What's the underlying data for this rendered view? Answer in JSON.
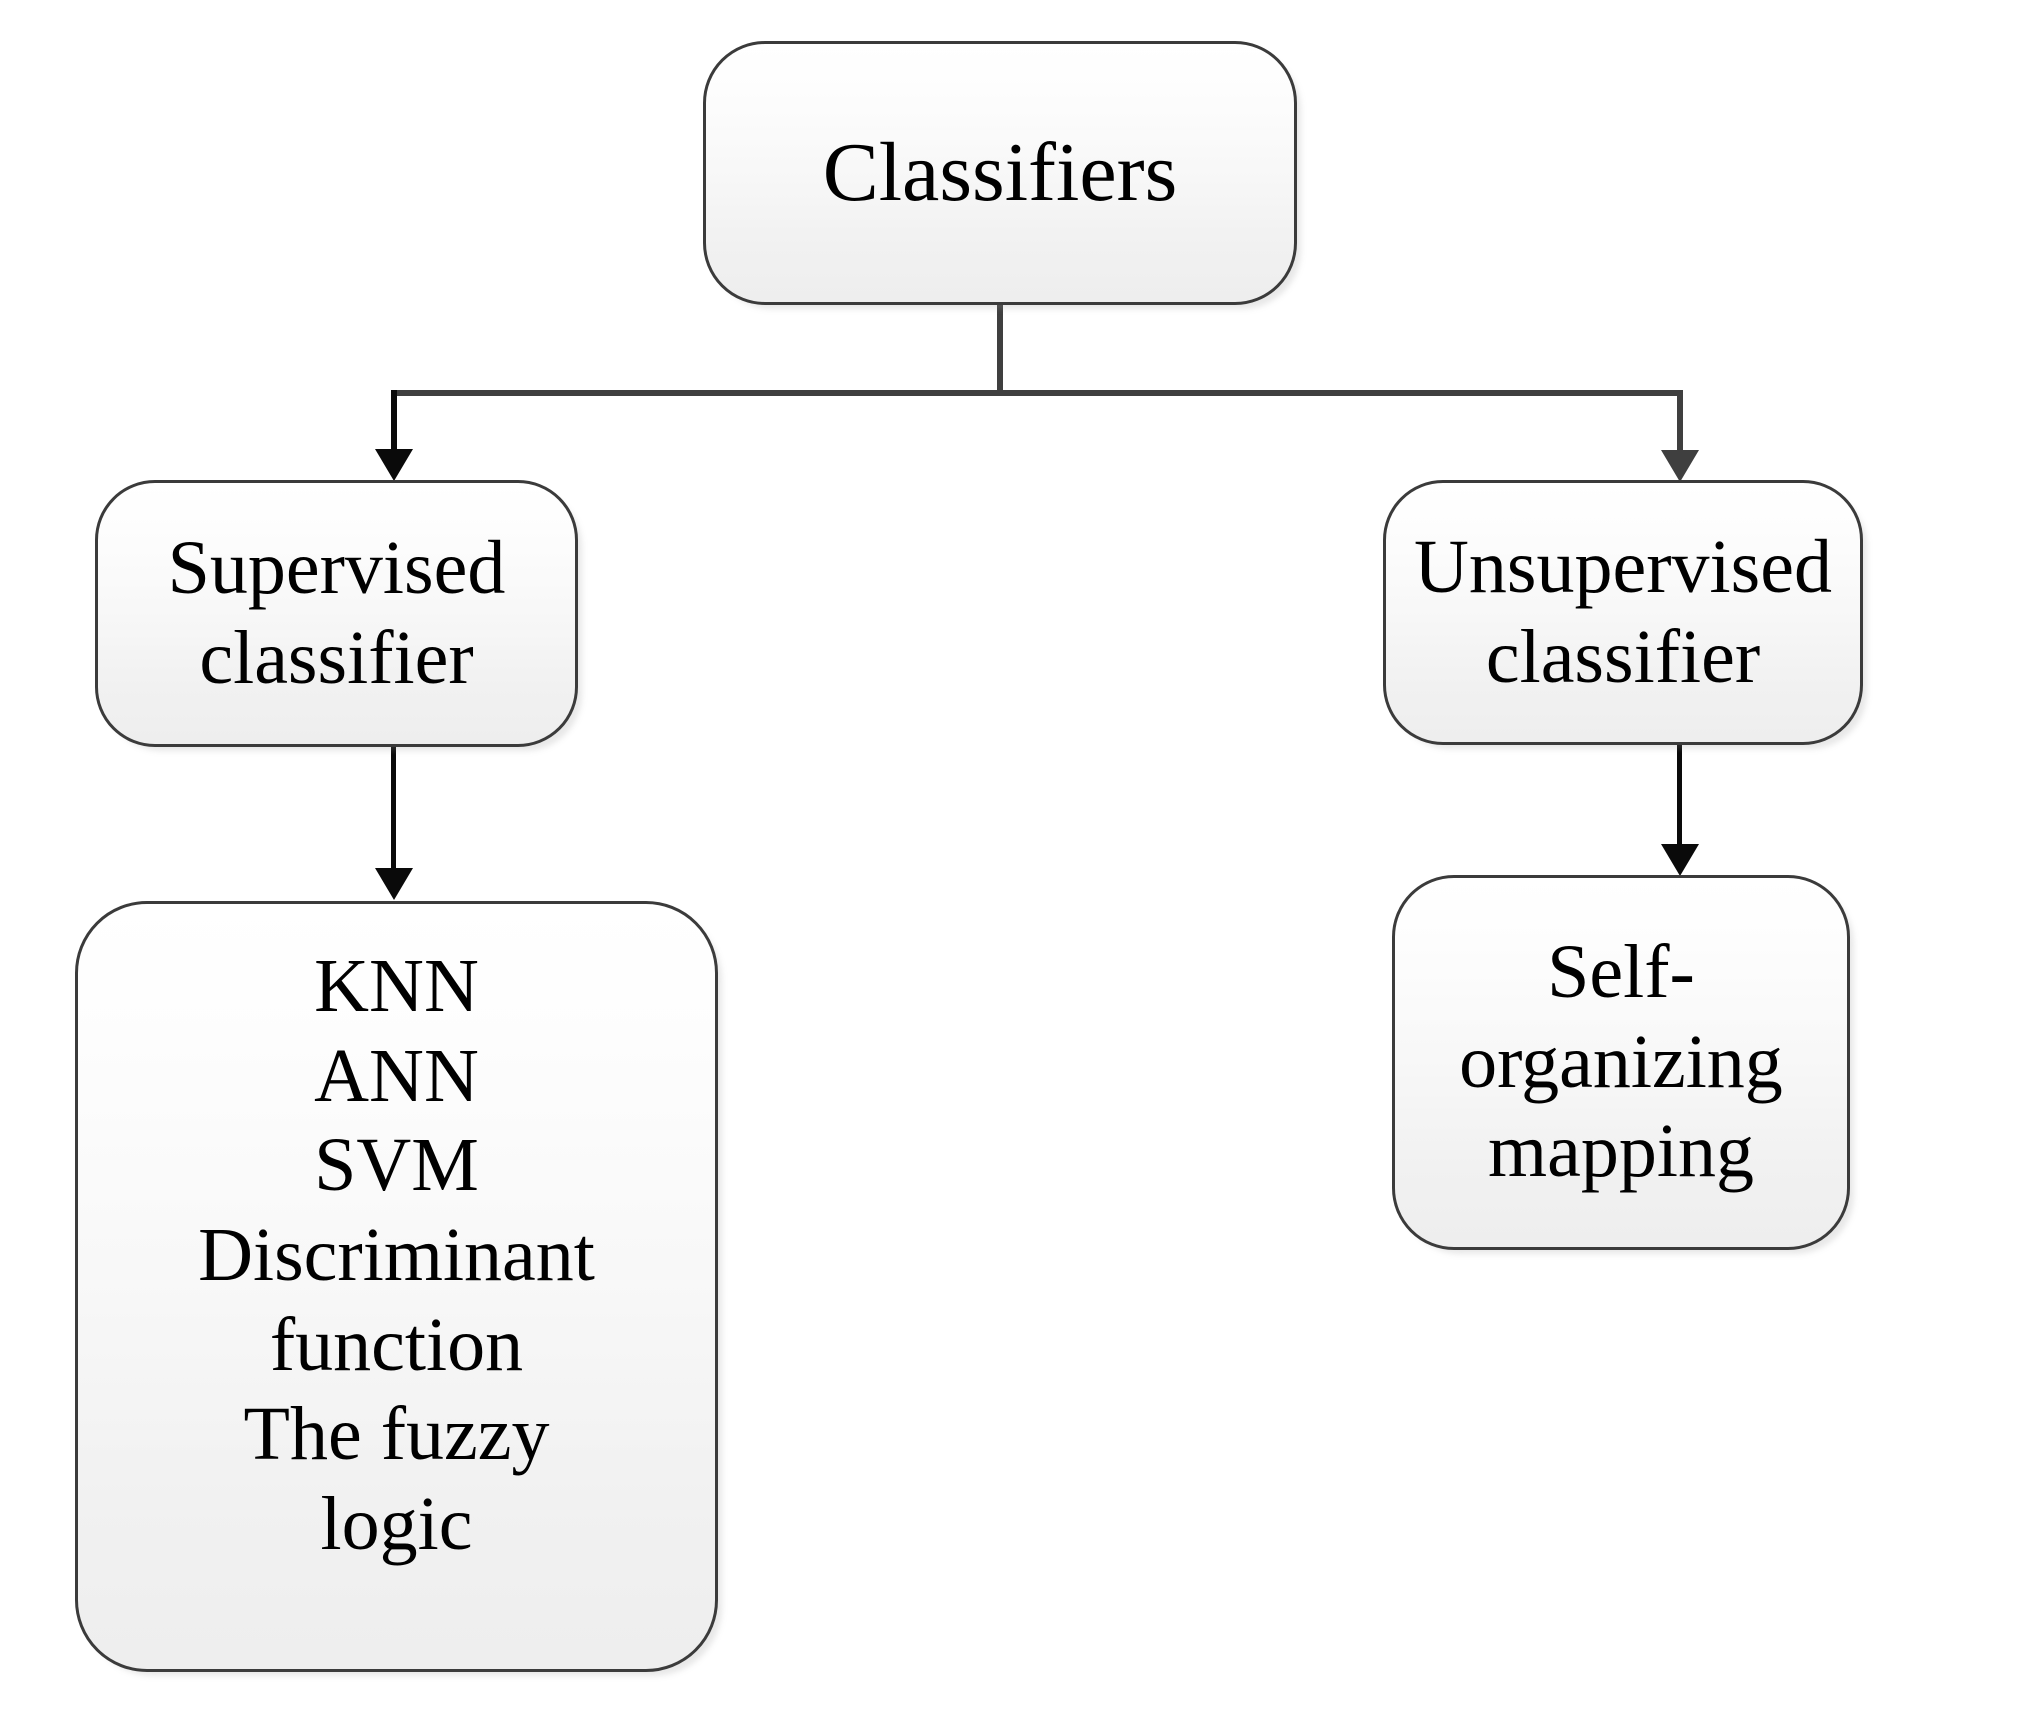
{
  "diagram": {
    "title": "Classifiers",
    "type": "hierarchy-flowchart",
    "background_color": "#ffffff",
    "box_border_color": "#3b3b3b",
    "box_fill_color": "#f4f4f4",
    "connector_color": "#3f3f3f",
    "text_color": "#000000"
  },
  "nodes": {
    "root": {
      "id": "classifiers",
      "label": "Classifiers"
    },
    "supervised": {
      "id": "supervised-classifier",
      "label": "Supervised\nclassifier"
    },
    "unsupervised": {
      "id": "unsupervised-classifier",
      "label": "Unsupervised\nclassifier"
    },
    "supervised_methods": {
      "id": "supervised-methods",
      "label": "KNN\nANN\nSVM\nDiscriminant\nfunction\nThe fuzzy\nlogic",
      "items": [
        "KNN",
        "ANN",
        "SVM",
        "Discriminant function",
        "The fuzzy logic"
      ]
    },
    "unsupervised_methods": {
      "id": "self-organizing-mapping",
      "label": "Self-organizing\nmapping",
      "items": [
        "Self-organizing mapping"
      ]
    }
  },
  "edges": [
    {
      "from": "classifiers",
      "to": "supervised-classifier",
      "style": "elbow-arrow"
    },
    {
      "from": "classifiers",
      "to": "unsupervised-classifier",
      "style": "elbow-arrow"
    },
    {
      "from": "supervised-classifier",
      "to": "supervised-methods",
      "style": "straight-arrow"
    },
    {
      "from": "unsupervised-classifier",
      "to": "self-organizing-mapping",
      "style": "straight-arrow"
    }
  ]
}
